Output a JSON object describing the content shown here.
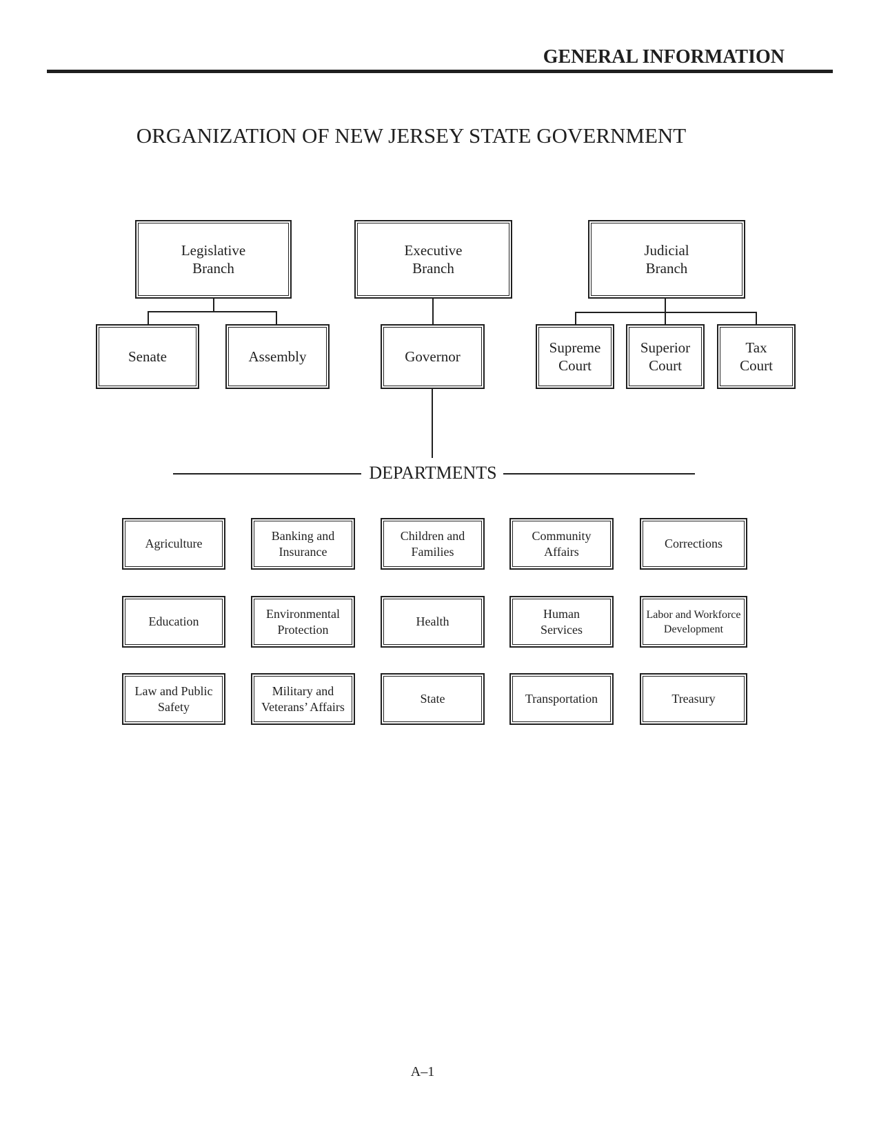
{
  "theme": {
    "ink": "#1f1f1f",
    "page_bg": "#ffffff"
  },
  "page": {
    "header": "GENERAL INFORMATION",
    "title": "ORGANIZATION OF NEW JERSEY STATE GOVERNMENT",
    "footer_page_number": "A–1"
  },
  "chart": {
    "type": "org-chart",
    "branches": [
      {
        "name": "Legislative\nBranch"
      },
      {
        "name": "Executive\nBranch"
      },
      {
        "name": "Judicial\nBranch"
      }
    ],
    "level2": [
      {
        "name": "Senate",
        "parent": "Legislative Branch"
      },
      {
        "name": "Assembly",
        "parent": "Legislative Branch"
      },
      {
        "name": "Governor",
        "parent": "Executive Branch"
      },
      {
        "name": "Supreme\nCourt",
        "parent": "Judicial Branch"
      },
      {
        "name": "Superior\nCourt",
        "parent": "Judicial Branch"
      },
      {
        "name": "Tax\nCourt",
        "parent": "Judicial Branch"
      }
    ],
    "departments_label": "DEPARTMENTS",
    "departments": [
      "Agriculture",
      "Banking and\nInsurance",
      "Children and\nFamilies",
      "Community\nAffairs",
      "Corrections",
      "Education",
      "Environmental\nProtection",
      "Health",
      "Human\nServices",
      "Labor and Workforce\nDevelopment",
      "Law and Public\nSafety",
      "Military and\nVeterans’ Affairs",
      "State",
      "Transportation",
      "Treasury"
    ]
  }
}
